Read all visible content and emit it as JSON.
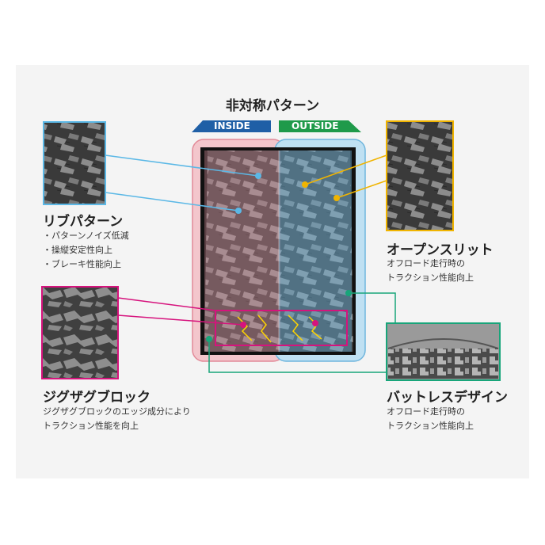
{
  "title": "非対称パターン",
  "direction": {
    "inside": "INSIDE",
    "outside": "OUTSIDE"
  },
  "features": {
    "rib": {
      "heading": "リブパターン",
      "lines": [
        "・パターンノイズ低減",
        "・操縦安定性向上",
        "・ブレーキ性能向上"
      ]
    },
    "open_slit": {
      "heading": "オープンスリット",
      "lines": [
        "オフロード走行時の",
        "トラクション性能向上"
      ]
    },
    "zigzag": {
      "heading": "ジグザグブロック",
      "lines": [
        "ジグザグブロックのエッジ成分により",
        "トラクション性能を向上"
      ]
    },
    "buttress": {
      "heading": "バットレスデザイン",
      "lines": [
        "オフロード走行時の",
        "トラクション性能向上"
      ]
    }
  },
  "colors": {
    "inside_blue": "#1f5fa6",
    "outside_green": "#1f9a4a",
    "rib_line": "#5bb8e6",
    "open_slit_line": "#f0b400",
    "zigzag_line": "#d6137d",
    "buttress_line": "#18a57a",
    "inside_zone": "#f3c6cc",
    "outside_zone": "#bfe0f2"
  },
  "icons": {
    "tread": "tire-tread-icon",
    "arrow": "direction-arrow-icon"
  }
}
